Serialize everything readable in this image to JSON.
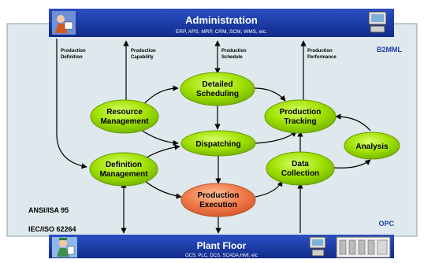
{
  "header": {
    "title": "Administration",
    "subtitle": "ERP, APS, MRP, CRM, SCM, WMS, etc."
  },
  "footer": {
    "title": "Plant Floor",
    "subtitle": "OCS, PLC, DCS, SCADA,HMI, etc"
  },
  "flow_labels": {
    "definition": [
      "Production",
      "Definition"
    ],
    "capability": [
      "Production",
      "Capability"
    ],
    "schedule": [
      "Production",
      "Schedule"
    ],
    "performance": [
      "Production",
      "Performance"
    ]
  },
  "protocols": {
    "top_right": "B2MML",
    "bottom_right": "OPC"
  },
  "standards": [
    "ANSI/ISA 95",
    "IEC/ISO 62264"
  ],
  "nodes": {
    "detailed_scheduling": [
      "Detailed",
      "Scheduling"
    ],
    "resource_management": [
      "Resource",
      "Management"
    ],
    "production_tracking": [
      "Production",
      "Tracking"
    ],
    "dispatching": [
      "Dispatching"
    ],
    "definition_management": [
      "Definition",
      "Management"
    ],
    "data_collection": [
      "Data",
      "Collection"
    ],
    "analysis": [
      "Analysis"
    ],
    "production_execution": [
      "Production",
      "Execution"
    ]
  },
  "colors": {
    "bar_blue": "#1a3ba8",
    "node_green": "#99e000",
    "node_orange": "#f07a4a",
    "panel_bg": "#dfe8ec"
  },
  "icons": [
    "person-reading-icon",
    "computer-icon",
    "worker-clipboard-icon",
    "monitor-icon",
    "control-panel-icon"
  ]
}
